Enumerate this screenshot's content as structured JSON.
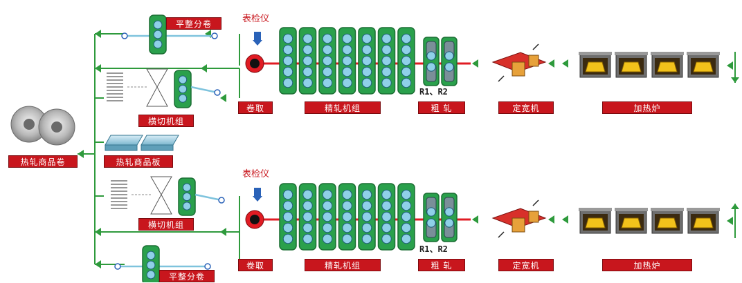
{
  "colors": {
    "roll_stand_green": "#2aa04c",
    "roll_blue": "#8fd0e8",
    "strip_red": "#e01b23",
    "flow_green": "#2e9a3c",
    "label_red": "#c8161d",
    "furnace_gray": "#6e6e6e",
    "slab_yellow": "#f2c21b",
    "cutter_sky": "#7ec3dd",
    "sensor_blue": "#2a62b8"
  },
  "icons": {
    "coil": "hot-rolled-coil-icon",
    "plate": "steel-plate-stack-icon",
    "furnace": "reheating-furnace-icon",
    "width_press": "sizing-press-icon",
    "sensor": "surface-inspection-sensor-icon",
    "downcoiler": "downcoiler-icon",
    "stand": "rolling-stand-icon"
  },
  "products": {
    "coil_label": "热轧商品卷",
    "plate_label": "热轧商品板"
  },
  "lines": [
    {
      "id": "upper",
      "furnace_label": "加热炉",
      "sizing_press_label": "定宽机",
      "roughing_label": "粗  轧",
      "roughing_stands": "R1、R2",
      "finishing_label": "精轧机组",
      "coiler_label": "卷取",
      "inspection_label": "表检仪",
      "cut_to_length_label": "横切机组",
      "skin_pass_label": "平整分卷"
    },
    {
      "id": "lower",
      "furnace_label": "加热炉",
      "sizing_press_label": "定宽机",
      "roughing_label": "粗  轧",
      "roughing_stands": "R1、R2",
      "finishing_label": "精轧机组",
      "coiler_label": "卷取",
      "inspection_label": "表检仪",
      "cut_to_length_label": "横切机组",
      "skin_pass_label": "平整分卷"
    }
  ]
}
